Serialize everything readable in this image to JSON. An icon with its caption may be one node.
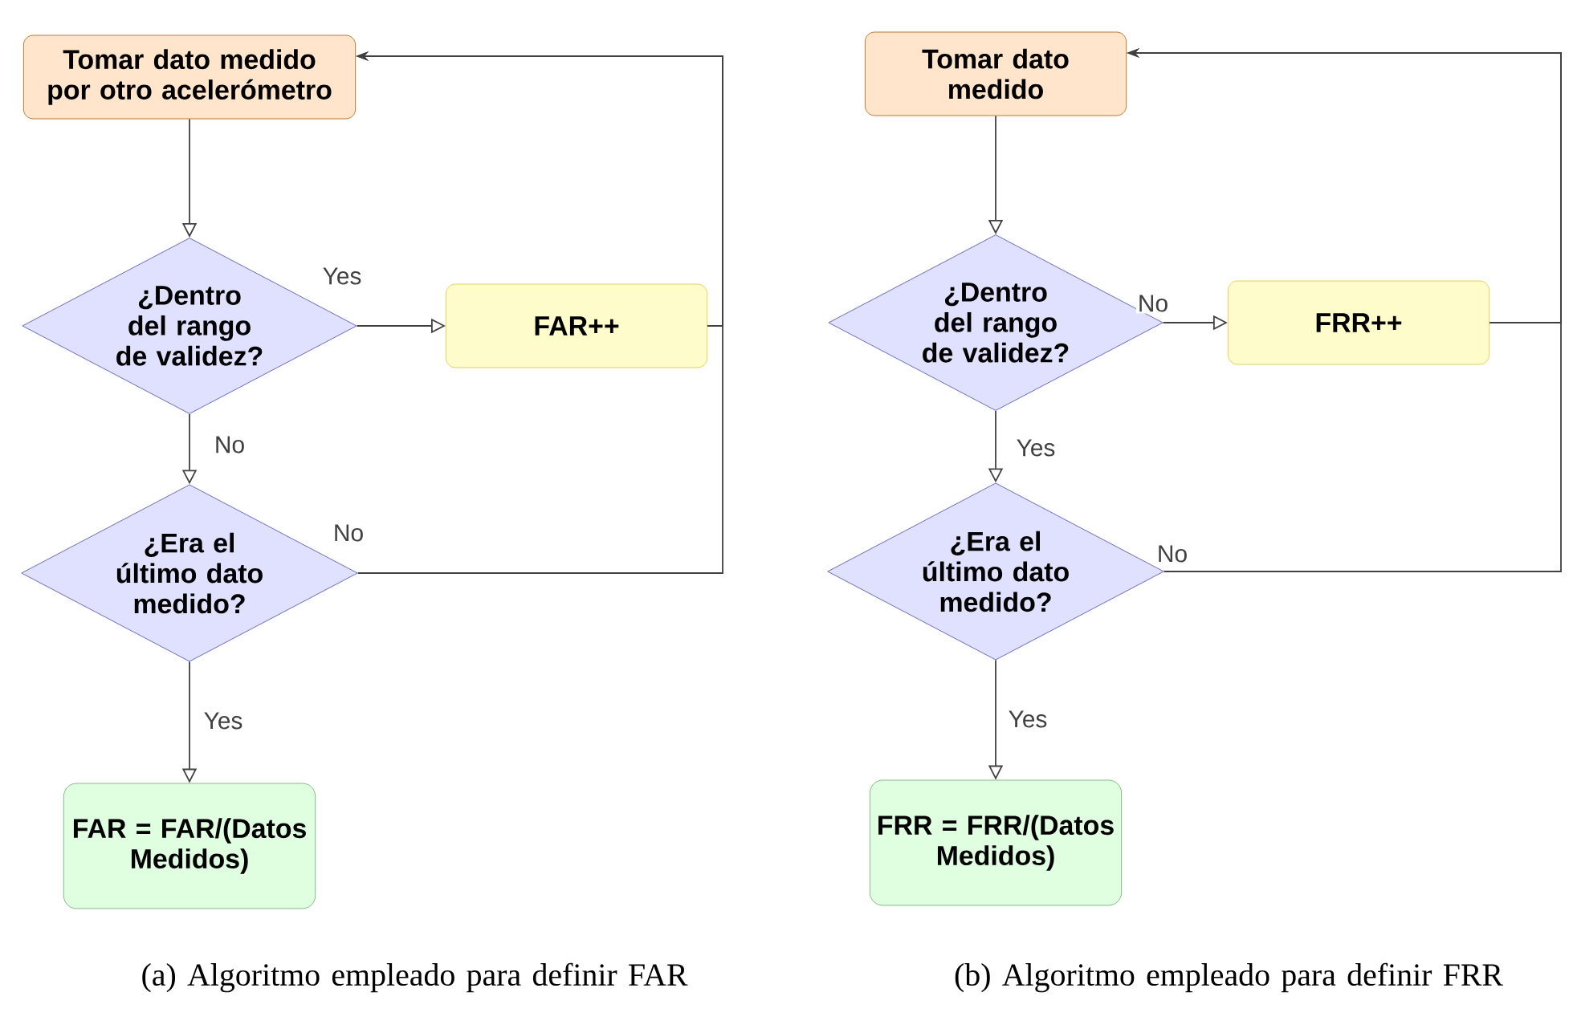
{
  "diagram": {
    "nodes": [
      {
        "text": [
          "Tomar dato medido por otro acelerómetro"
        ]
      },
      {
        "text": [
          "¿Dentro del rango de validez?"
        ]
      },
      {
        "text": [
          "FAR++"
        ]
      },
      {
        "text": [
          "¿Era el último dato medido?"
        ]
      },
      {
        "text": [
          "FAR = FAR/(Datos Medidos)"
        ]
      },
      {
        "text": [
          "Tomar dato medido"
        ]
      },
      {
        "text": [
          "¿Dentro del rango de validez?"
        ]
      },
      {
        "text": [
          "FRR++"
        ]
      },
      {
        "text": [
          "¿Era el último dato medido?"
        ]
      },
      {
        "text": [
          "FRR = FRR/(Datos Medidos)"
        ]
      }
    ],
    "edges": [
      {
        "from": 0,
        "to": 1,
        "arrow": "to"
      },
      {
        "from": 1,
        "to": 2,
        "arrow": "to",
        "label": "Yes"
      },
      {
        "from": 1,
        "to": 3,
        "arrow": "to",
        "label": "No"
      },
      {
        "from": 3,
        "to": 4,
        "arrow": "to",
        "label": "Yes"
      },
      {
        "from": 2,
        "to": 0,
        "arrow": "to"
      },
      {
        "from": 3,
        "to": 0,
        "arrow": "to",
        "label": "No"
      },
      {
        "from": 5,
        "to": 6,
        "arrow": "to"
      },
      {
        "from": 6,
        "to": 7,
        "arrow": "to",
        "label": "No"
      },
      {
        "from": 6,
        "to": 8,
        "arrow": "to",
        "label": "Yes"
      },
      {
        "from": 8,
        "to": 9,
        "arrow": "to",
        "label": "Yes"
      },
      {
        "from": 7,
        "to": 5,
        "arrow": "to"
      },
      {
        "from": 8,
        "to": 5,
        "arrow": "to",
        "label": "No"
      }
    ],
    "labels": [
      "(a) Algoritmo empleado para definir FAR",
      "(b) Algoritmo empleado para definir FRR"
    ]
  }
}
